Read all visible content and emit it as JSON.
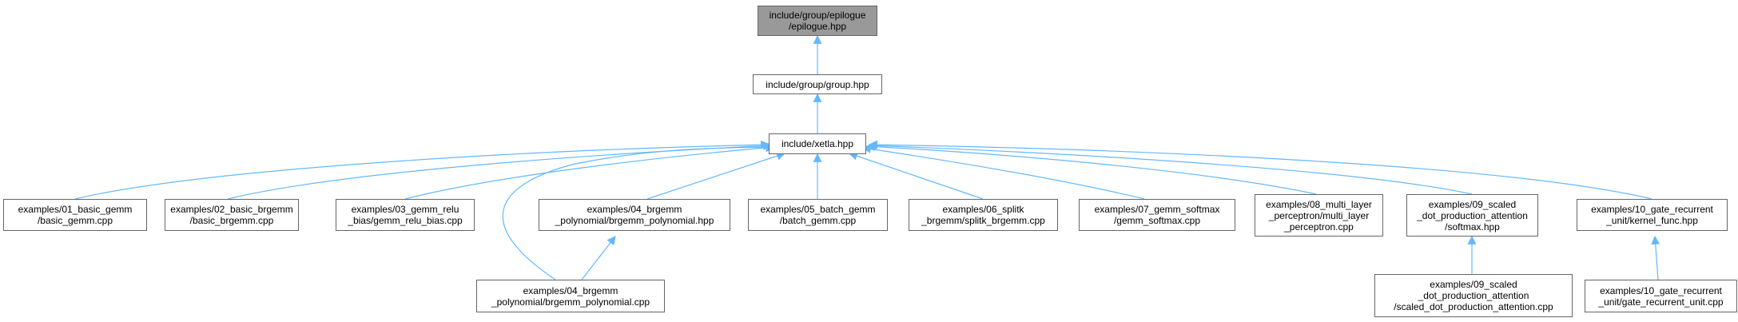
{
  "colors": {
    "edge": "#63b8ff",
    "node_border": "#666666",
    "node_fill": "#ffffff",
    "root_fill": "#999999"
  },
  "nodes": {
    "epilogue": [
      "include/group/epilogue",
      "/epilogue.hpp"
    ],
    "group": [
      "include/group/group.hpp"
    ],
    "xetla": [
      "include/xetla.hpp"
    ],
    "basic_gemm": [
      "examples/01_basic_gemm",
      "/basic_gemm.cpp"
    ],
    "basic_brgemm": [
      "examples/02_basic_brgemm",
      "/basic_brgemm.cpp"
    ],
    "gemm_relu": [
      "examples/03_gemm_relu",
      "_bias/gemm_relu_bias.cpp"
    ],
    "brgemm_poly_hpp": [
      "examples/04_brgemm",
      "_polynomial/brgemm_polynomial.hpp"
    ],
    "batch_gemm": [
      "examples/05_batch_gemm",
      "/batch_gemm.cpp"
    ],
    "splitk": [
      "examples/06_splitk",
      "_brgemm/splitk_brgemm.cpp"
    ],
    "gemm_softmax": [
      "examples/07_gemm_softmax",
      "/gemm_softmax.cpp"
    ],
    "mlp": [
      "examples/08_multi_layer",
      "_perceptron/multi_layer",
      "_perceptron.cpp"
    ],
    "sdpa_softmax": [
      "examples/09_scaled",
      "_dot_production_attention",
      "/softmax.hpp"
    ],
    "gru_kernel": [
      "examples/10_gate_recurrent",
      "_unit/kernel_func.hpp"
    ],
    "brgemm_poly_cpp": [
      "examples/04_brgemm",
      "_polynomial/brgemm_polynomial.cpp"
    ],
    "sdpa_cpp": [
      "examples/09_scaled",
      "_dot_production_attention",
      "/scaled_dot_production_attention.cpp"
    ],
    "gru_cpp": [
      "examples/10_gate_recurrent",
      "_unit/gate_recurrent_unit.cpp"
    ]
  }
}
